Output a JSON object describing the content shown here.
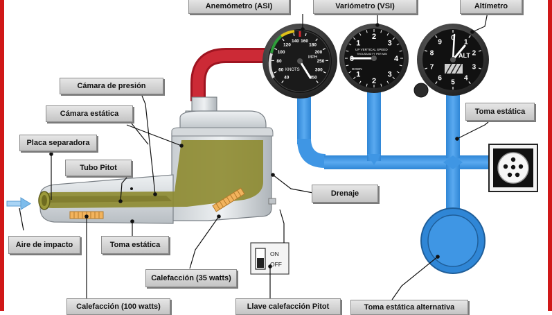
{
  "labels": {
    "asi": "Anemómetro (ASI)",
    "vsi": "Variómetro (VSI)",
    "alt": "Altímetro",
    "camara_presion": "Cámara de presión",
    "camara_estatica": "Cámara estática",
    "placa_separadora": "Placa separadora",
    "tubo_pitot": "Tubo Pitot",
    "toma_estatica_right": "Toma estática",
    "drenaje": "Drenaje",
    "aire_impacto": "Aire de impacto",
    "toma_estatica_bottom": "Toma estática",
    "calefaccion_35": "Calefacción (35 watts)",
    "calefaccion_100": "Calefacción (100 watts)",
    "llave_calefaccion": "Llave calefacción Pitot",
    "toma_estatica_alt": "Toma estática alternativa"
  },
  "switch": {
    "on": "ON",
    "off": "OFF"
  },
  "gauges": {
    "asi": {
      "unit": "KNOTS",
      "face_abbr": "MPH",
      "ticks": [
        "40",
        "60",
        "80",
        "100",
        "120",
        "140",
        "160",
        "180",
        "200",
        "250",
        "300",
        "350"
      ]
    },
    "vsi": {
      "caption": "UP VERTICAL SPEED",
      "subcaption": "THOUSAND FT PER MIN",
      "down": "DOWN",
      "ticks": [
        "0",
        "1",
        "2",
        "3",
        "4",
        "1",
        "2",
        "3",
        "4"
      ]
    },
    "alt": {
      "abbr": "ALT",
      "ticks": [
        "0",
        "1",
        "2",
        "3",
        "4",
        "5",
        "6",
        "7",
        "8",
        "9"
      ]
    }
  },
  "colors": {
    "pitot_line": "#c21e2c",
    "static_line": "#2f8ee0",
    "chamber": "#8c8a2c",
    "frame": "#d01818"
  }
}
